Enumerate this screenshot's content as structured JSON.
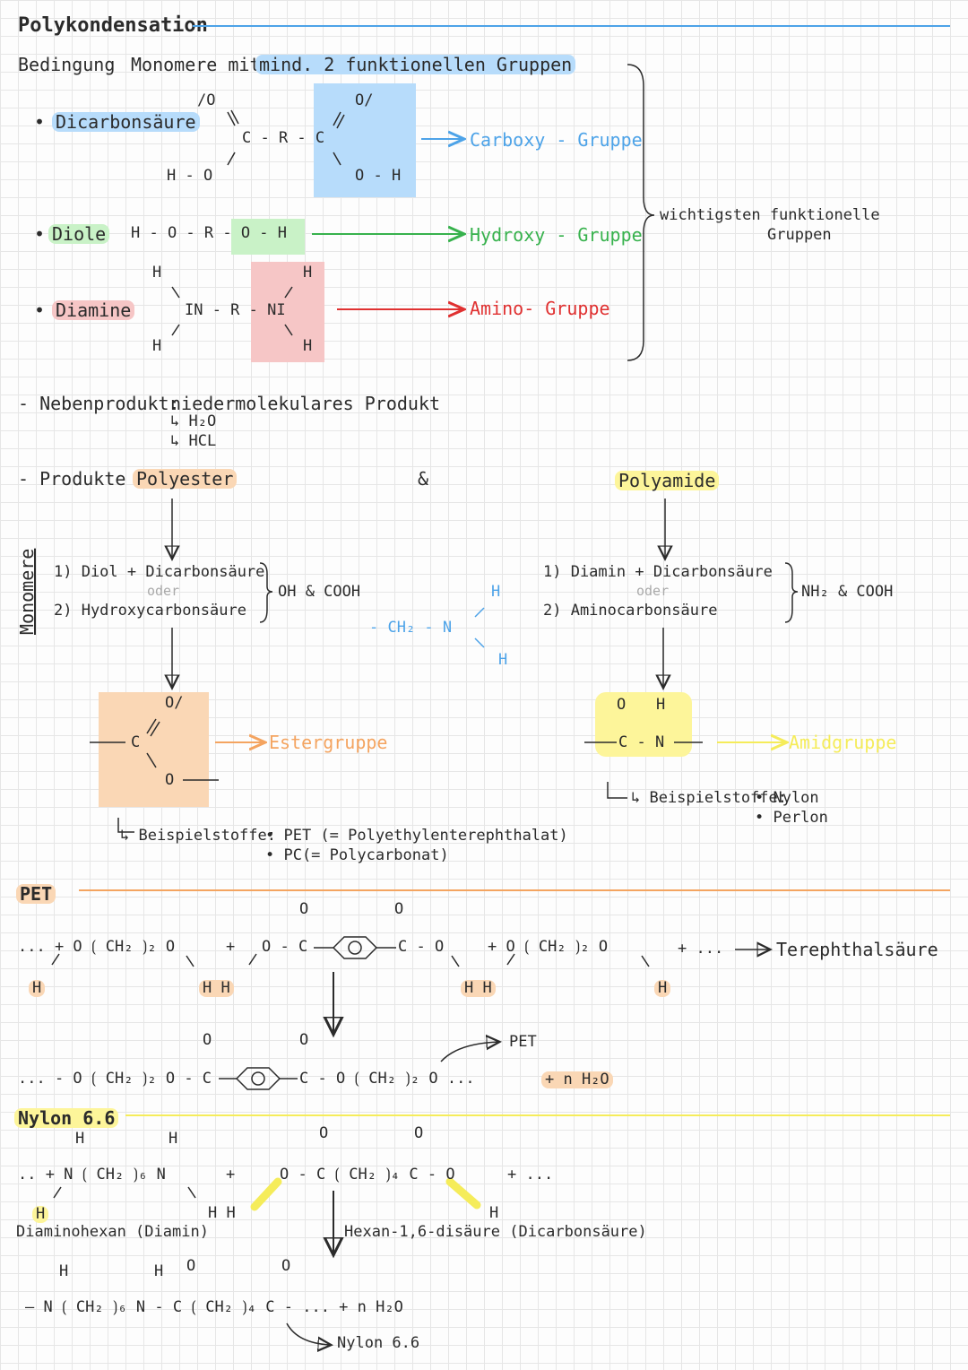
{
  "title": "Polykondensation",
  "condition": {
    "label": "Bedingung",
    "text": "Monomere mit",
    "highlight": "mind. 2 funktionellen Gruppen"
  },
  "monomer_types": [
    {
      "label": "Dicarbonsäure",
      "group": "Carboxy - Gruppe",
      "color": "#6aa6e8"
    },
    {
      "label": "Diole",
      "group": "Hydroxy - Gruppe",
      "color": "#37b24d"
    },
    {
      "label": "Diamine",
      "group": "Amino- Gruppe",
      "color": "#e03131"
    }
  ],
  "brace_note": {
    "line1": "wichtigsten funktionelle",
    "line2": "Gruppen"
  },
  "structures": {
    "dicarbon_top": "/O",
    "dicarbon_dbl": "\\\\",
    "dicarbon_chain": "C - R - C",
    "dicarbon_o2": "O/",
    "dicarbon_ho": "H - O",
    "dicarbon_oh": "O - H",
    "diol": "H - O - R - O - H",
    "diamin_chain": "IN - R - NI",
    "h": "H"
  },
  "byproduct": {
    "label": "- Nebenprodukt:",
    "text": "niedermolekulares Produkt",
    "items": [
      "↳ H₂O",
      "↳ HCL"
    ]
  },
  "products": {
    "label": "- Produkte :",
    "left": "Polyester",
    "amp": "&",
    "right": "Polyamide"
  },
  "side_label": "Monomere",
  "polyester": {
    "line1": "1) Diol + Dicarbonsäure",
    "oder": "oder",
    "line2": "2) Hydroxycarbonsäure",
    "groups": "OH & COOH",
    "group_name": "Estergruppe",
    "example_label": "↳ Beispielstoffe:",
    "examples": [
      "• PET (= Polyethylenterephthalat)",
      "• PC(= Polycarbonat)"
    ],
    "side_formula": "- CH₂ - N"
  },
  "polyamide": {
    "line1": "1) Diamin + Dicarbonsäure",
    "oder": "oder",
    "line2": "2) Aminocarbonsäure",
    "groups": "NH₂ & COOH",
    "group_name": "Amidgruppe",
    "example_label": "↳ Beispielstoffe:",
    "examples": [
      "• Nylon",
      "• Perlon"
    ]
  },
  "pet_section": {
    "title": "PET",
    "reactant_left": "... + O ⟮ CH₂ ⟯₂ O",
    "plus": "+",
    "terephthal_left": "O - C",
    "terephthal_right": "C - O",
    "reactant_right": "+ O ⟮ CH₂ ⟯₂ O",
    "plus_more": "+ ...",
    "terephthal_label": "Terephthalsäure",
    "hh": "H H",
    "product": "... - O ⟮ CH₂ ⟯₂ O - C",
    "product_right": "C - O ⟮ CH₂ ⟯₂ O ...",
    "product_label": "PET",
    "water": "+ n H₂O"
  },
  "nylon_section": {
    "title": "Nylon 6.6",
    "diamine": ".. + N ⟮ CH₂ ⟯₆ N",
    "diamine_label": "Diaminohexan (Diamin)",
    "acid": "O - C ⟮ CH₂ ⟯₄ C - O",
    "acid_label": "Hexan-1,6-disäure (Dicarbonsäure)",
    "plus": "+",
    "plus_more": "+ ...",
    "hh": "H  H",
    "product": "— N ⟮ CH₂ ⟯₆ N - C ⟮ CH₂ ⟯₄ C - ... + n H₂O",
    "product_label": "Nylon 6.6"
  },
  "colors": {
    "blue_hl": "#b7dcfb",
    "green_hl": "#c9f2c7",
    "red_hl": "#f6c6c6",
    "orange_hl": "#fad7b5",
    "yellow_hl": "#fdf59a",
    "blue_line": "#4da3e8",
    "orange_line": "#f4a460",
    "yellow_line": "#f5ec5a"
  }
}
